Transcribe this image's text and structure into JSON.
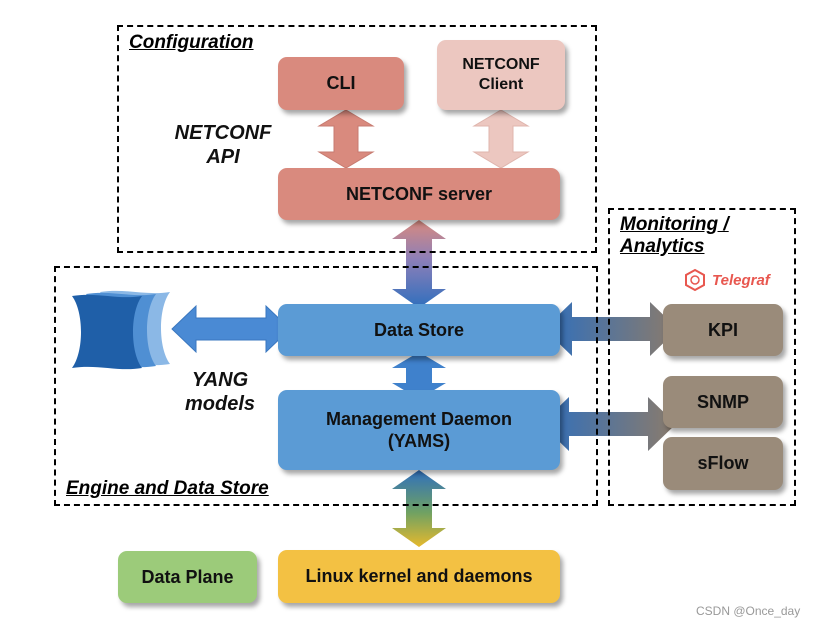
{
  "regions": {
    "configuration": "Configuration",
    "monitoring": "Monitoring /\nAnalytics",
    "engine": "Engine and Data Store"
  },
  "boxes": {
    "cli": "CLI",
    "netconf_client": "NETCONF\nClient",
    "netconf_server": "NETCONF server",
    "data_store": "Data Store",
    "management_daemon": "Management Daemon\n(YAMS)",
    "kpi": "KPI",
    "snmp": "SNMP",
    "sflow": "sFlow",
    "data_plane": "Data Plane",
    "linux_kernel": "Linux kernel and daemons"
  },
  "labels": {
    "netconf_api": "NETCONF\nAPI",
    "yang_models": "YANG\nmodels"
  },
  "logos": {
    "telegraf": "Telegraf"
  },
  "watermark": "CSDN @Once_day",
  "colors": {
    "red_box": "#d98a7e",
    "pale_red_box": "#ecc7c0",
    "blue_box": "#5b9bd5",
    "taupe_box": "#9a8b7a",
    "green_box": "#9ccb7a",
    "yellow_box": "#f3c143",
    "blue_arrow": "#2f6fbd",
    "red_arrow": "#d98a7e",
    "yellow_arrow": "#e6b92d"
  }
}
